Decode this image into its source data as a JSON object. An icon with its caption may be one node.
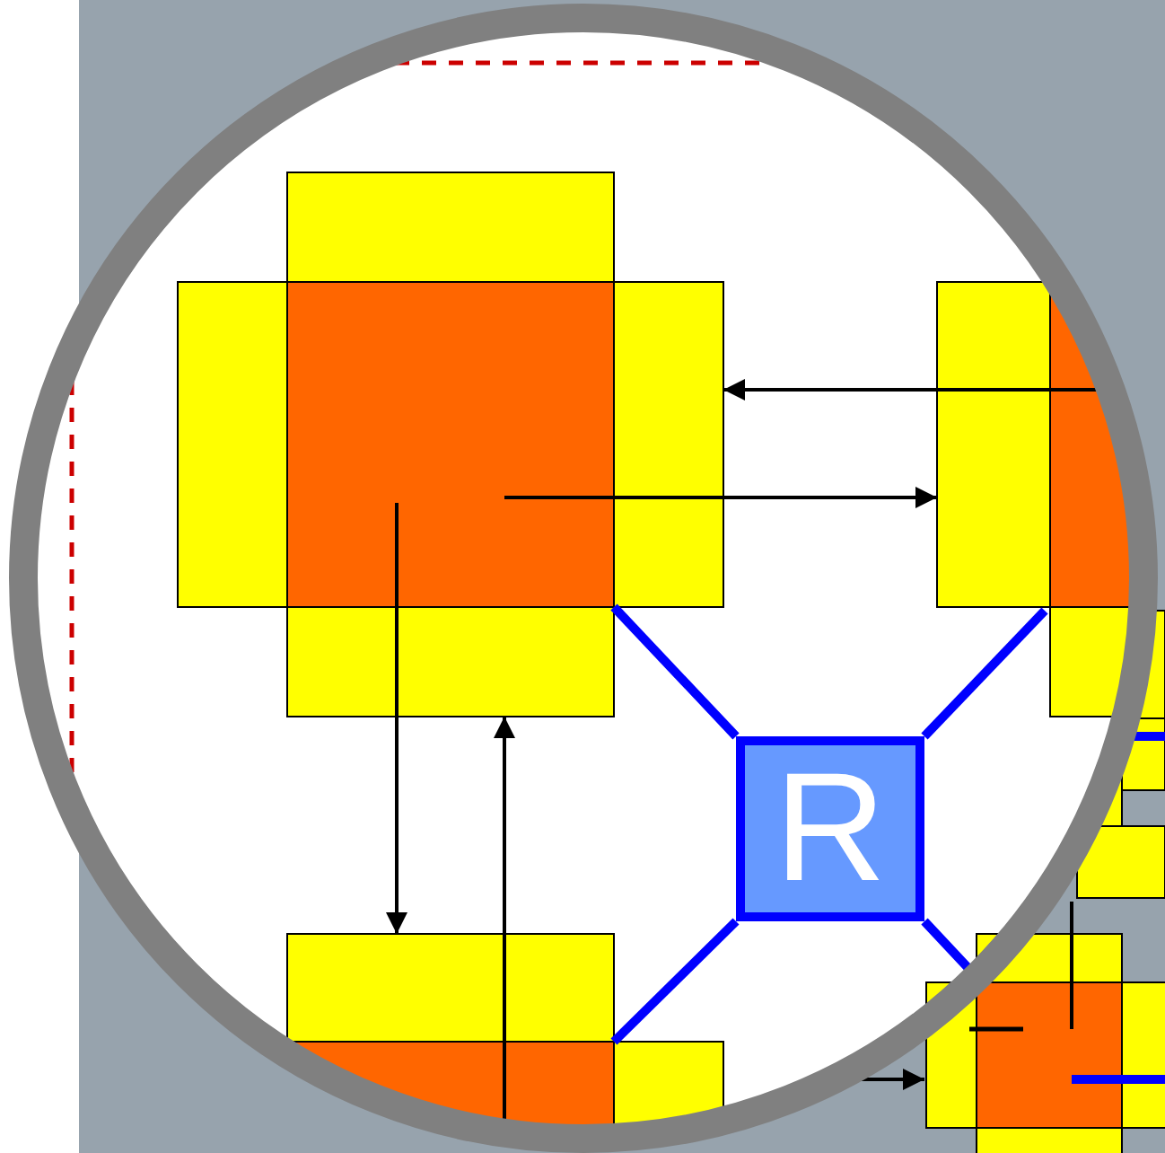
{
  "diagram": {
    "nodes": [
      {
        "text": [
          "R"
        ]
      },
      {
        "text": [],
        "shape": "box"
      },
      {
        "text": [],
        "shape": "box"
      },
      {
        "text": [],
        "shape": "box"
      },
      {
        "text": [],
        "shape": "box"
      }
    ],
    "edges": [
      {
        "from": 1,
        "to": 2,
        "arrow": "to"
      },
      {
        "from": 2,
        "to": 1,
        "arrow": "to"
      },
      {
        "from": 1,
        "to": 3,
        "arrow": "to"
      },
      {
        "from": 3,
        "to": 1,
        "arrow": "to"
      },
      {
        "from": 0,
        "to": 1,
        "arrow": "none",
        "style": "thick",
        "color": "#0000ff"
      },
      {
        "from": 0,
        "to": 2,
        "arrow": "none",
        "style": "thick",
        "color": "#0000ff"
      },
      {
        "from": 0,
        "to": 3,
        "arrow": "none",
        "style": "thick",
        "color": "#0000ff"
      },
      {
        "from": 0,
        "to": 4,
        "arrow": "none",
        "style": "thick",
        "color": "#0000ff"
      },
      {
        "from": null,
        "to": 4,
        "arrow": "to"
      },
      {
        "from": 2,
        "to": 4,
        "arrow": "none"
      },
      {
        "from": 4,
        "to": null,
        "arrow": "none",
        "style": "thick",
        "color": "#0000ff"
      }
    ]
  }
}
